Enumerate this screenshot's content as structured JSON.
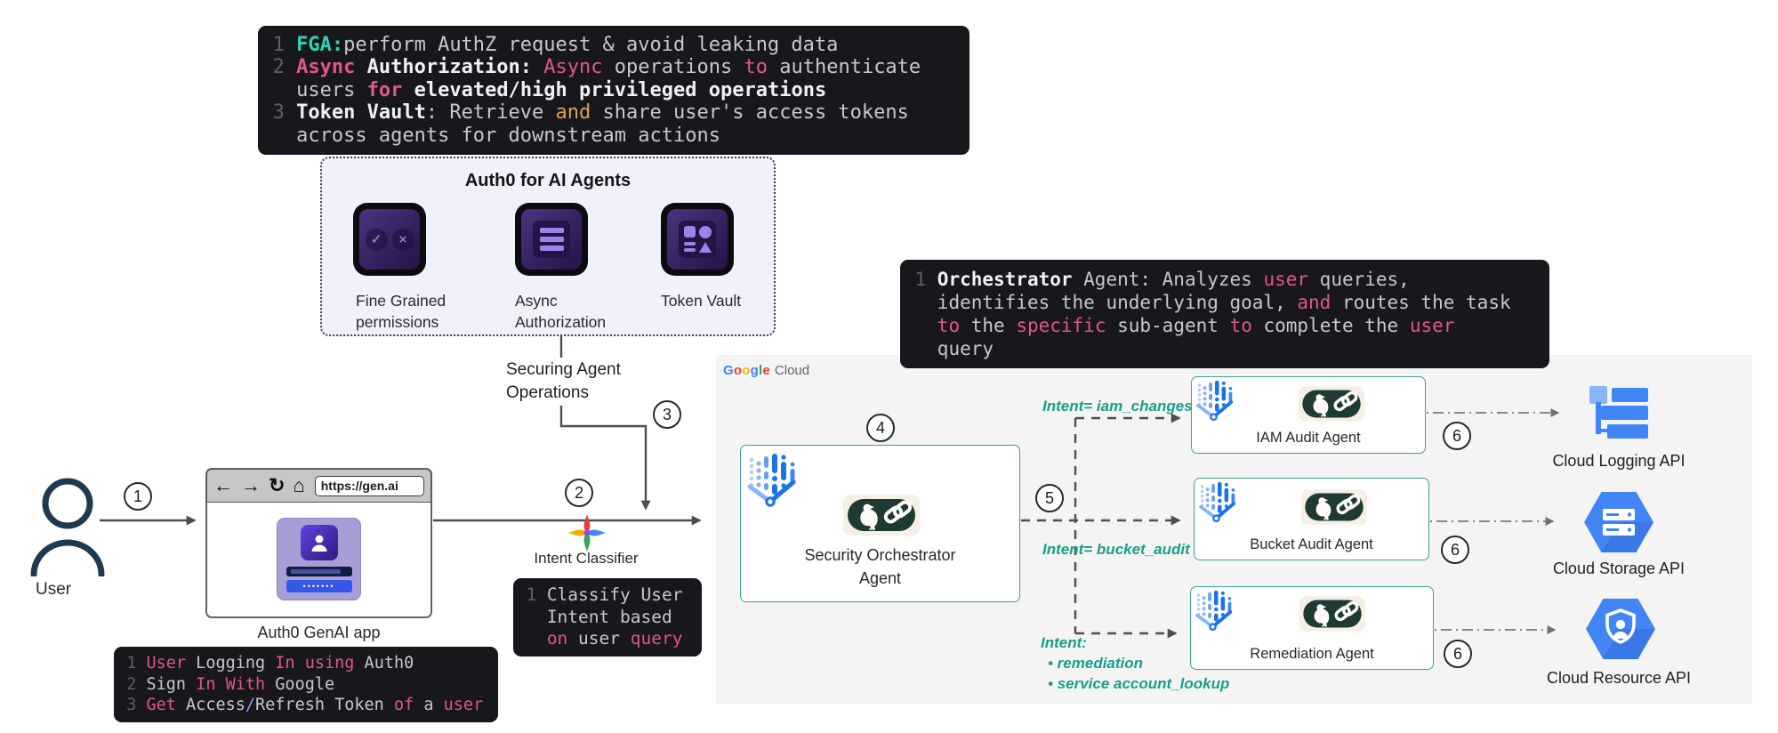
{
  "colors": {
    "code_bg": "#17171c",
    "pink": "#e1568c",
    "teal": "#2fd3b5",
    "orange": "#dda157",
    "violet": "#9d92f2",
    "intent_teal": "#1b9e87",
    "agent_border": "#3aa492",
    "panel_bg": "#f4f4f5",
    "google_blue": "#4285F4",
    "google_red": "#EA4335",
    "google_yellow": "#FBBC04",
    "google_green": "#34A853"
  },
  "code_blocks": {
    "auth0_features": {
      "lines": [
        {
          "n": "1",
          "s": [
            {
              "t": "FGA:",
              "c": "tl"
            },
            {
              "t": "perform AuthZ request & avoid leaking data"
            }
          ]
        },
        {
          "n": "2",
          "s": [
            {
              "t": "Async",
              "c": "pkb"
            },
            {
              "t": " "
            },
            {
              "t": "Authorization:",
              "c": "wb"
            },
            {
              "t": " "
            },
            {
              "t": "Async",
              "c": "pk"
            },
            {
              "t": " operations "
            },
            {
              "t": "to",
              "c": "pk"
            },
            {
              "t": " authenticate"
            }
          ]
        },
        {
          "n": "",
          "s": [
            {
              "t": "users "
            },
            {
              "t": "for",
              "c": "pkb"
            },
            {
              "t": " "
            },
            {
              "t": "elevated/high privileged operations",
              "c": "wb"
            }
          ]
        },
        {
          "n": "3",
          "s": [
            {
              "t": "Token Vault",
              "c": "wb"
            },
            {
              "t": ": Retrieve "
            },
            {
              "t": "and",
              "c": "or"
            },
            {
              "t": " share user's access tokens"
            }
          ]
        },
        {
          "n": "",
          "s": [
            {
              "t": "across agents for downstream actions"
            }
          ]
        }
      ]
    },
    "login_steps": {
      "lines": [
        {
          "n": "1",
          "s": [
            {
              "t": "User",
              "c": "pk"
            },
            {
              "t": " Logging "
            },
            {
              "t": "In",
              "c": "pk"
            },
            {
              "t": " "
            },
            {
              "t": "using",
              "c": "pk"
            },
            {
              "t": " Auth0"
            }
          ]
        },
        {
          "n": "2",
          "s": [
            {
              "t": "Sign "
            },
            {
              "t": "In With",
              "c": "pk"
            },
            {
              "t": " Google"
            }
          ]
        },
        {
          "n": "3",
          "s": [
            {
              "t": "Get",
              "c": "pk"
            },
            {
              "t": " Access"
            },
            {
              "t": "/",
              "c": "vi"
            },
            {
              "t": "Refresh Token "
            },
            {
              "t": "of",
              "c": "pk"
            },
            {
              "t": " a "
            },
            {
              "t": "user",
              "c": "pk"
            }
          ]
        }
      ]
    },
    "intent_classify": {
      "lines": [
        {
          "n": "1",
          "s": [
            {
              "t": "Classify User"
            }
          ]
        },
        {
          "n": "",
          "s": [
            {
              "t": "Intent based"
            }
          ]
        },
        {
          "n": "",
          "s": [
            {
              "t": "on",
              "c": "pk"
            },
            {
              "t": " user "
            },
            {
              "t": "query",
              "c": "pk"
            }
          ]
        }
      ]
    },
    "orchestrator": {
      "lines": [
        {
          "n": "1",
          "s": [
            {
              "t": "Orchestrator",
              "c": "wb"
            },
            {
              "t": " Agent: Analyzes "
            },
            {
              "t": "user",
              "c": "pk"
            },
            {
              "t": " queries,"
            }
          ]
        },
        {
          "n": "",
          "s": [
            {
              "t": "identifies the underlying goal, "
            },
            {
              "t": "and",
              "c": "pk"
            },
            {
              "t": " routes the task"
            }
          ]
        },
        {
          "n": "",
          "s": [
            {
              "t": "to",
              "c": "pk"
            },
            {
              "t": " the "
            },
            {
              "t": "specific",
              "c": "pk"
            },
            {
              "t": " sub-agent "
            },
            {
              "t": "to",
              "c": "pk"
            },
            {
              "t": " complete the "
            },
            {
              "t": "user",
              "c": "pk"
            }
          ]
        },
        {
          "n": "",
          "s": [
            {
              "t": "query"
            }
          ]
        }
      ]
    }
  },
  "auth0_box": {
    "title": "Auth0 for AI Agents",
    "tiles": [
      {
        "label": "Fine Grained permissions"
      },
      {
        "label": "Async Authorization"
      },
      {
        "label": "Token Vault"
      }
    ]
  },
  "labels": {
    "securing_line1": "Securing Agent",
    "securing_line2": "Operations",
    "user": "User",
    "app": "Auth0 GenAI app",
    "intent_classifier": "Intent Classifier"
  },
  "browser": {
    "url": "https://gen.ai",
    "icons": {
      "back": "←",
      "forward": "→",
      "refresh": "↻",
      "home": "⌂"
    },
    "password_dots": "•••••••",
    "check": "✓",
    "cross": "×"
  },
  "steps": {
    "s1": "1",
    "s2": "2",
    "s3": "3",
    "s4": "4",
    "s5": "5",
    "s6": "6"
  },
  "google_cloud": {
    "logo_letters": [
      {
        "ch": "G",
        "color": "#4285F4"
      },
      {
        "ch": "o",
        "color": "#EA4335"
      },
      {
        "ch": "o",
        "color": "#FBBC04"
      },
      {
        "ch": "g",
        "color": "#4285F4"
      },
      {
        "ch": "l",
        "color": "#34A853"
      },
      {
        "ch": "e",
        "color": "#EA4335"
      }
    ],
    "logo_cloud": "Cloud",
    "orchestrator_line1": "Security Orchestrator",
    "orchestrator_line2": "Agent",
    "agents": [
      {
        "label": "IAM Audit Agent",
        "intent_label": "Intent= iam_changes",
        "step": "6"
      },
      {
        "label": "Bucket Audit Agent",
        "intent_label": "Intent= bucket_audit",
        "step": "6"
      },
      {
        "label": "Remediation Agent",
        "intent_lines": [
          "Intent:",
          "• remediation",
          "• service account_lookup"
        ],
        "step": "6"
      }
    ],
    "apis": [
      {
        "label": "Cloud Logging API"
      },
      {
        "label": "Cloud Storage API"
      },
      {
        "label": "Cloud Resource API"
      }
    ]
  }
}
